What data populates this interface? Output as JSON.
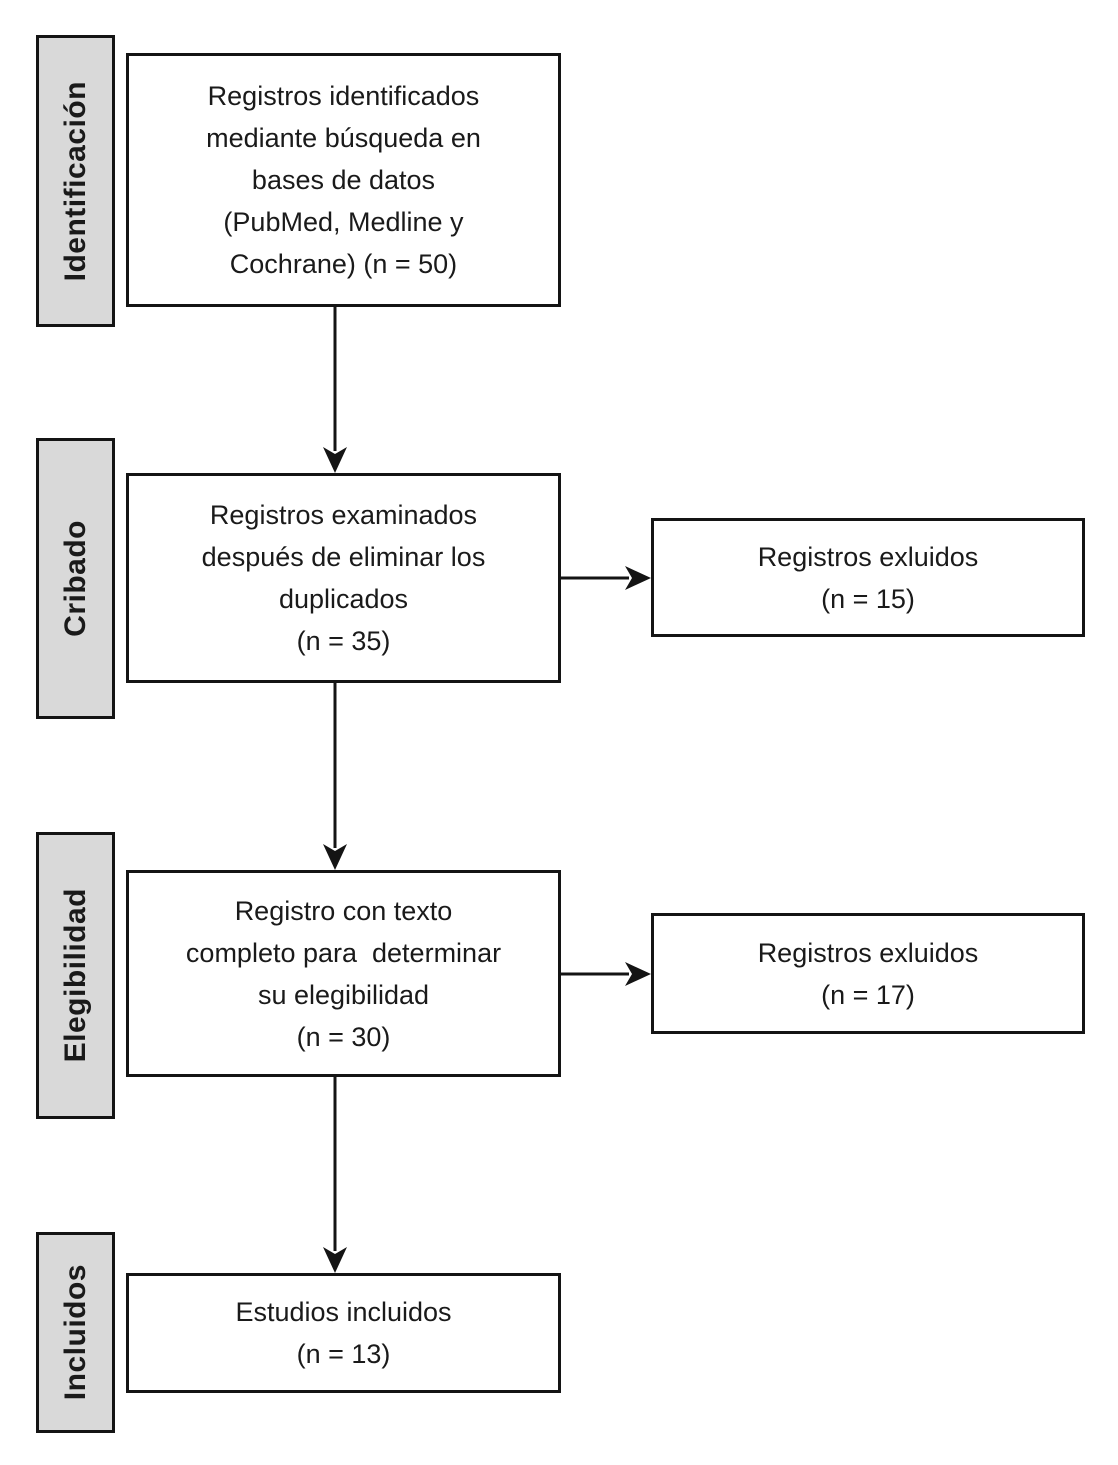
{
  "colors": {
    "stage_bg": "#d9d9d9",
    "border": "#141414",
    "text": "#1a1a1a",
    "page_bg": "#ffffff"
  },
  "stages": [
    {
      "label": "Identificación"
    },
    {
      "label": "Cribado"
    },
    {
      "label": "Elegibilidad"
    },
    {
      "label": "Incluidos"
    }
  ],
  "flow": [
    {
      "text": "Registros identificados\nmediante búsqueda en\nbases de datos\n(PubMed, Medline y\nCochrane) (n = 50)",
      "n": 50
    },
    {
      "text": "Registros examinados\ndespués de eliminar los\nduplicados\n(n = 35)",
      "n": 35
    },
    {
      "text": "Registro con texto\ncompleto para  determinar\nsu elegibilidad\n(n = 30)",
      "n": 30
    },
    {
      "text": "Estudios incluidos\n(n = 13)",
      "n": 13
    }
  ],
  "excluded": [
    {
      "text": "Registros exluidos\n(n = 15)",
      "n": 15
    },
    {
      "text": "Registros exluidos\n(n = 17)",
      "n": 17
    }
  ]
}
